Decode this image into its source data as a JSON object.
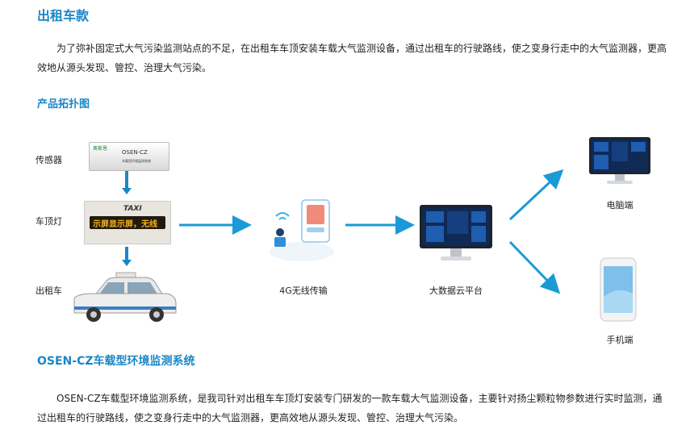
{
  "section1": {
    "title": "出租车款",
    "paragraph": "为了弥补固定式大气污染监测站点的不足，在出租车车顶安装车载大气监测设备，通过出租车的行驶路线，使之变身行走中的大气监测器，更高效地从源头发现、管控、治理大气污染。"
  },
  "topology": {
    "title": "产品拓扑图",
    "labels": {
      "sensor": "传感器",
      "roof_light": "车顶灯",
      "taxi": "出租车",
      "transmission": "4G无线传输",
      "cloud": "大数据云平台",
      "pc": "电脑端",
      "phone": "手机端"
    },
    "device_text": {
      "sensor_logo": "奥斯恩",
      "sensor_model": "OSEN-CZ",
      "sensor_sub": "车载型环境监测系统",
      "roof_sign": "TAXI",
      "roof_led": "示屏显示屏，无线"
    },
    "colors": {
      "accent": "#1a86c8",
      "arrow": "#1a9ad6"
    }
  },
  "section2": {
    "title": "OSEN-CZ车载型环境监测系统",
    "paragraph": "OSEN-CZ车载型环境监测系统，是我司针对出租车车顶灯安装专门研发的一款车载大气监测设备，主要针对扬尘颗粒物参数进行实时监测，通过出租车的行驶路线，使之变身行走中的大气监测器，更高效地从源头发现、管控、治理大气污染。"
  }
}
